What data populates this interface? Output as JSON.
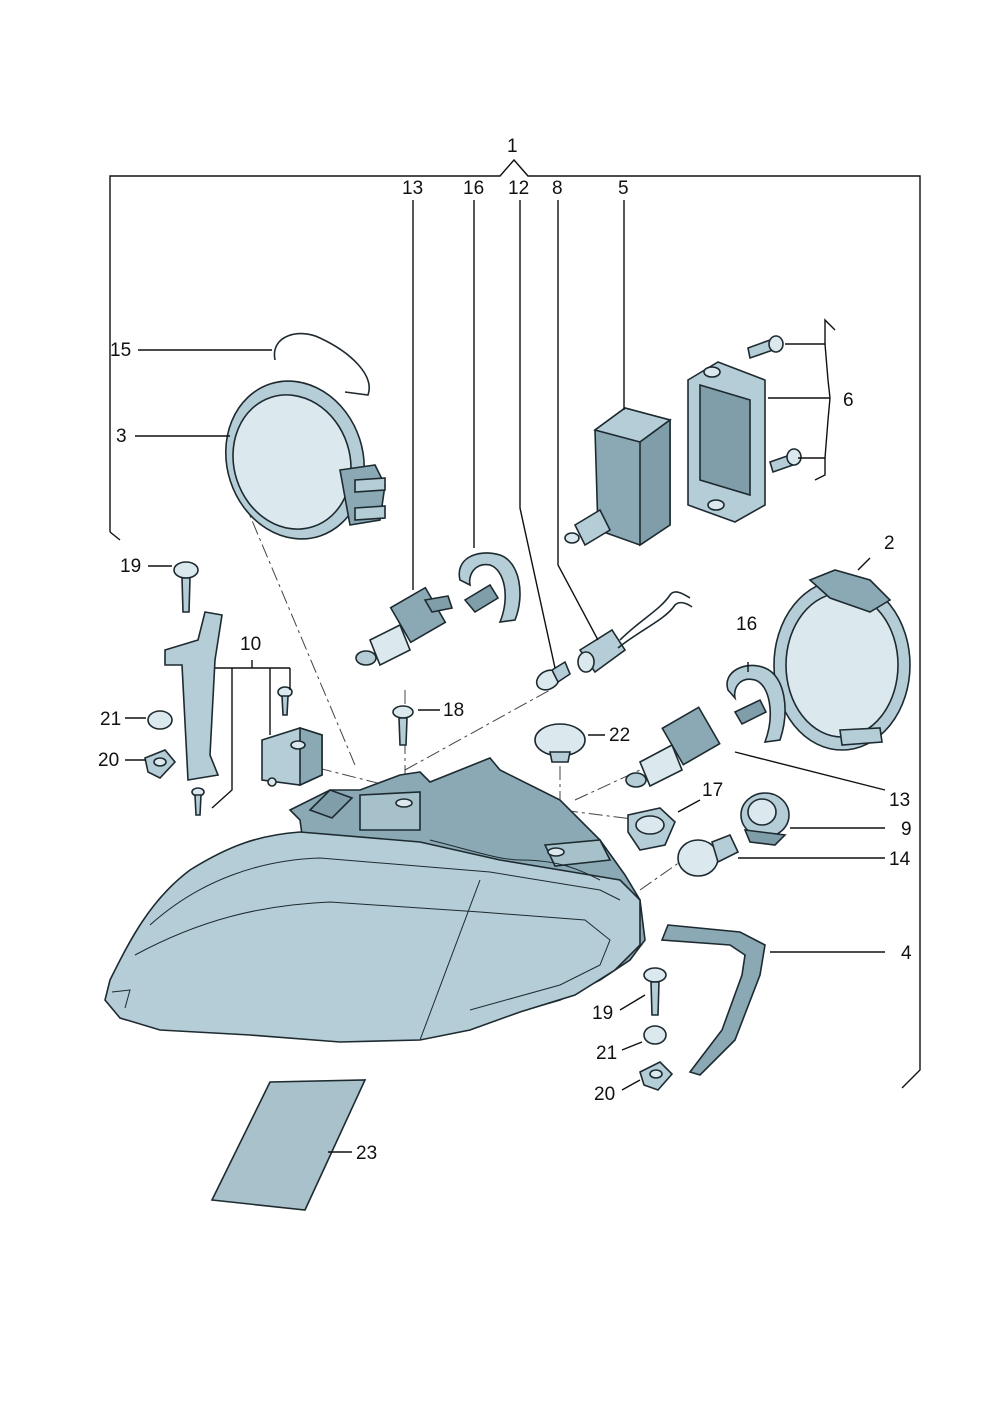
{
  "diagram": {
    "callouts": [
      {
        "id": "c1",
        "label": "1"
      },
      {
        "id": "c13a",
        "label": "13"
      },
      {
        "id": "c16a",
        "label": "16"
      },
      {
        "id": "c12",
        "label": "12"
      },
      {
        "id": "c8",
        "label": "8"
      },
      {
        "id": "c5",
        "label": "5"
      },
      {
        "id": "c15",
        "label": "15"
      },
      {
        "id": "c3",
        "label": "3"
      },
      {
        "id": "c6",
        "label": "6"
      },
      {
        "id": "c2",
        "label": "2"
      },
      {
        "id": "c19a",
        "label": "19"
      },
      {
        "id": "c10",
        "label": "10"
      },
      {
        "id": "c16b",
        "label": "16"
      },
      {
        "id": "c21a",
        "label": "21"
      },
      {
        "id": "c18",
        "label": "18"
      },
      {
        "id": "c22",
        "label": "22"
      },
      {
        "id": "c20a",
        "label": "20"
      },
      {
        "id": "c17",
        "label": "17"
      },
      {
        "id": "c13b",
        "label": "13"
      },
      {
        "id": "c9",
        "label": "9"
      },
      {
        "id": "c14",
        "label": "14"
      },
      {
        "id": "c4",
        "label": "4"
      },
      {
        "id": "c19b",
        "label": "19"
      },
      {
        "id": "c21b",
        "label": "21"
      },
      {
        "id": "c20b",
        "label": "20"
      },
      {
        "id": "c23",
        "label": "23"
      }
    ],
    "colors": {
      "part_fill": "#b5cdd6",
      "part_dark": "#7f9ea9",
      "part_light": "#dbe8ed",
      "line": "#1d2a30",
      "label": "#111111",
      "background": "#ffffff"
    }
  }
}
